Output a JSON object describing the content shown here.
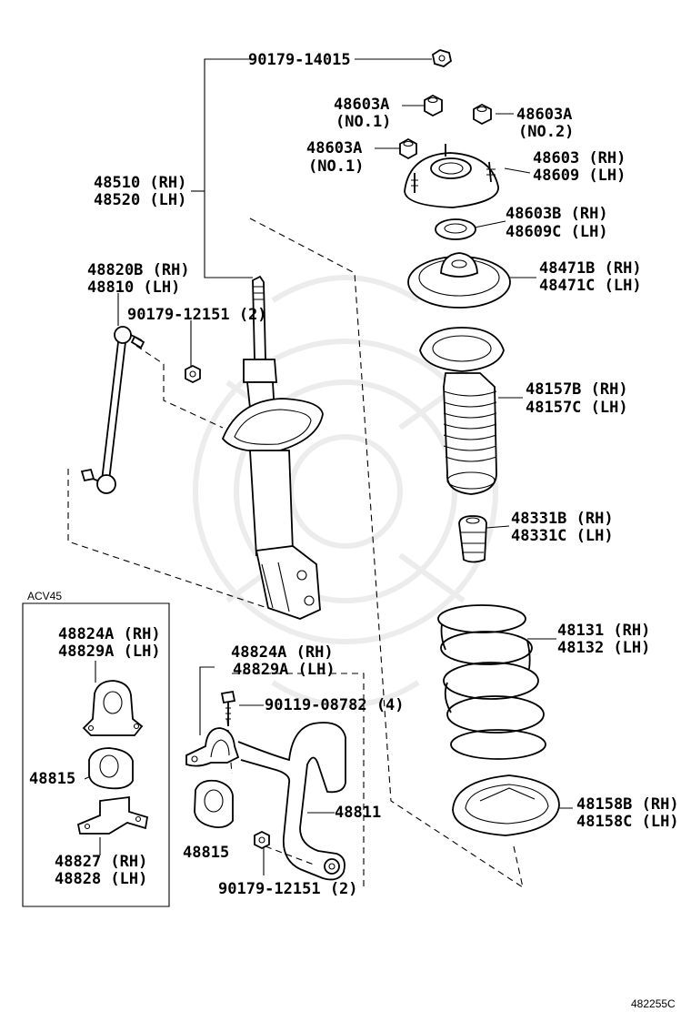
{
  "diagram_id": "482255C",
  "inset": {
    "title": "ACV45"
  },
  "labels": {
    "nut_top": [
      "90179-14015"
    ],
    "strut": [
      "48510 (RH)",
      "48520 (LH)"
    ],
    "nut_603a_no1_top": [
      "48603A",
      "(NO.1)"
    ],
    "nut_603a_no2": [
      "48603A",
      "(NO.2)"
    ],
    "nut_603a_no1_left": [
      "48603A",
      "(NO.1)"
    ],
    "support": [
      "48603 (RH)",
      "48609 (LH)"
    ],
    "bearing": [
      "48603B (RH)",
      "48609C (LH)"
    ],
    "upper_seat": [
      "48471B (RH)",
      "48471C (LH)"
    ],
    "boot": [
      "48157B (RH)",
      "48157C (LH)"
    ],
    "bumper": [
      "48331B (RH)",
      "48331C (LH)"
    ],
    "spring": [
      "48131 (RH)",
      "48132 (LH)"
    ],
    "lower_insulator": [
      "48158B (RH)",
      "48158C (LH)"
    ],
    "link": [
      "48820B (RH)",
      "48810 (LH)"
    ],
    "link_nut": [
      "90179-12151 (2)"
    ],
    "bracket_main": [
      "48824A (RH)",
      "48829A (LH)"
    ],
    "bolt": [
      "90119-08782 (4)"
    ],
    "stabilizer_bar": [
      "48811"
    ],
    "bushing_main": [
      "48815"
    ],
    "nut_bottom": [
      "90179-12151 (2)"
    ],
    "inset_bracket": [
      "48824A (RH)",
      "48829A (LH)"
    ],
    "inset_bushing": [
      "48815"
    ],
    "inset_plate": [
      "48827 (RH)",
      "48828 (LH)"
    ]
  }
}
